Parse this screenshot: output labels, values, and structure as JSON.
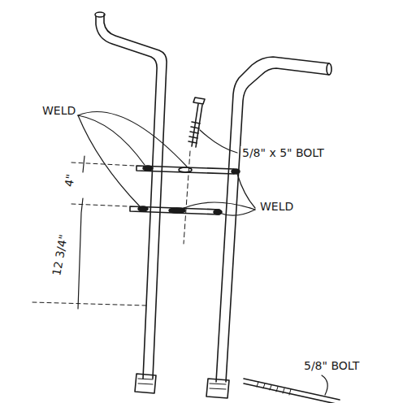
{
  "diagram": {
    "labels": [
      "WELD",
      "5/8\" x 5\" BOLT",
      "WELD",
      "4\"",
      "12 3/4\"",
      "5/8\" BOLT"
    ]
  }
}
